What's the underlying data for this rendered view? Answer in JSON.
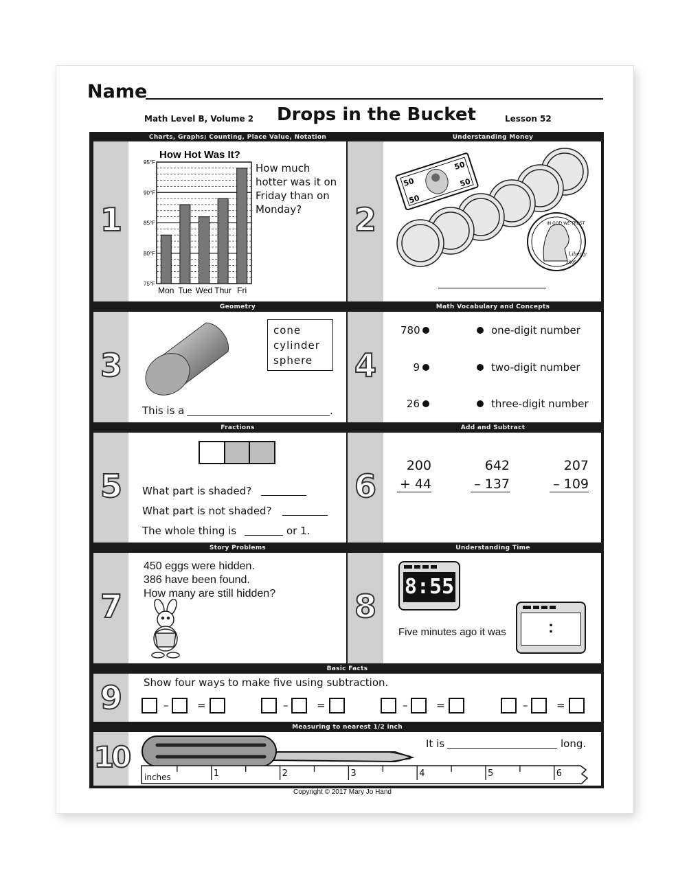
{
  "header": {
    "name_label": "Name",
    "course": "Math Level B, Volume 2",
    "title": "Drops in the Bucket",
    "lesson": "Lesson 52"
  },
  "section_bars": {
    "s1": "Charts, Graphs; Counting, Place Value, Notation",
    "s2": "Understanding Money",
    "s3": "Geometry",
    "s4": "Math Vocabulary and Concepts",
    "s5": "Fractions",
    "s6": "Add and Subtract",
    "s7": "Story Problems",
    "s8": "Understanding Time",
    "s9": "Basic Facts",
    "s10": "Measuring to nearest 1/2 inch"
  },
  "numbers": [
    "1",
    "2",
    "3",
    "4",
    "5",
    "6",
    "7",
    "8",
    "9",
    "10"
  ],
  "q1": {
    "question_lines": [
      "How much",
      "hotter was it on",
      "Friday than on",
      "Monday?"
    ]
  },
  "chart_data": {
    "type": "bar",
    "title": "How Hot Was It?",
    "categories": [
      "Mon",
      "Tue",
      "Wed",
      "Thur",
      "Fri"
    ],
    "values": [
      83,
      88,
      86,
      89,
      94
    ],
    "ylim": [
      75,
      95
    ],
    "yticks": [
      "75°F",
      "80°F",
      "85°F",
      "90°F",
      "95°F"
    ],
    "bar_color": "#777777",
    "grid": true
  },
  "q2": {
    "bill_label": "50",
    "coin_motto": "IN GOD WE TRUST",
    "coin_word": "Liberty",
    "coin_year": "2005"
  },
  "q3": {
    "choices": [
      "cone",
      "cylinder",
      "sphere"
    ],
    "prompt": "This is a",
    "end": "."
  },
  "q4": {
    "left": [
      "780",
      "9",
      "26"
    ],
    "right": [
      "one-digit number",
      "two-digit number",
      "three-digit number"
    ]
  },
  "q5": {
    "lines": [
      "What part is shaded?",
      "What part is not shaded?",
      "The whole thing is"
    ],
    "tail": "or 1."
  },
  "q6": {
    "problems": [
      {
        "top": "200",
        "bottom": "+ 44"
      },
      {
        "top": "642",
        "bottom": "– 137"
      },
      {
        "top": "207",
        "bottom": "– 109"
      }
    ]
  },
  "q7": {
    "lines": [
      "450 eggs were hidden.",
      "386 have been found.",
      "How many are still hidden?"
    ]
  },
  "q8": {
    "clock_time": "8:55",
    "prompt": "Five minutes ago it was",
    "answer_colon": ":"
  },
  "q9": {
    "prompt": "Show four ways to make five using subtraction.",
    "minus": "–",
    "equals": "="
  },
  "q10": {
    "prompt": "It is",
    "tail": "long.",
    "ruler_unit": "inches",
    "ruler_marks": [
      "1",
      "2",
      "3",
      "4",
      "5",
      "6"
    ]
  },
  "footer": {
    "copyright": "Copyright © 2017 Mary Jo Hand"
  }
}
